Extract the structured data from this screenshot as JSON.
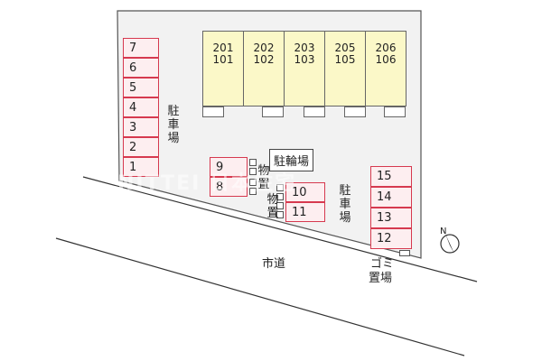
{
  "units": [
    {
      "upper": "201",
      "lower": "101"
    },
    {
      "upper": "202",
      "lower": "102"
    },
    {
      "upper": "203",
      "lower": "103"
    },
    {
      "upper": "205",
      "lower": "105"
    },
    {
      "upper": "206",
      "lower": "106"
    }
  ],
  "parking_left": [
    "7",
    "6",
    "5",
    "4",
    "3",
    "2",
    "1"
  ],
  "parking_left_label": [
    "駐",
    "車",
    "場"
  ],
  "storage_slots_a": [
    "9",
    "8"
  ],
  "storage_slots_b": [
    "10",
    "11"
  ],
  "storage_label": [
    "物",
    "置"
  ],
  "bicycle_parking_label": "駐輪場",
  "parking_right": [
    "15",
    "14",
    "13",
    "12"
  ],
  "parking_right_label": [
    "駐",
    "車",
    "場"
  ],
  "road_label": "市道",
  "garbage_label": [
    "ゴミ",
    "置場"
  ],
  "compass_label": "N",
  "watermark": "NITTEI 日本住宅",
  "colors": {
    "parking_border": "#d6394f",
    "parking_fill": "#fdeef0",
    "building_fill": "#fbf8c8",
    "site_fill": "#f2f2f2"
  }
}
